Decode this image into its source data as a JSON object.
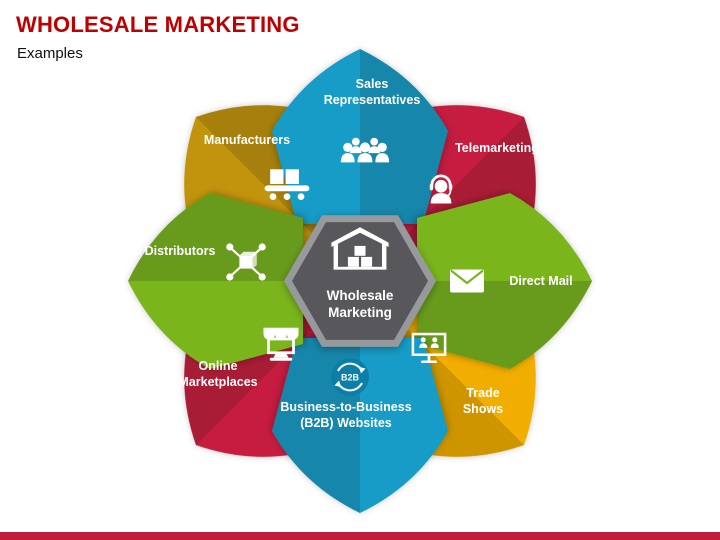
{
  "slide": {
    "title": "WHOLESALE MARKETING",
    "subtitle": "Examples",
    "title_color": "#C00000",
    "background": "#FFFFFF"
  },
  "footer": {
    "bar_color": "#C01C3C"
  },
  "diagram": {
    "center": {
      "label": "Wholesale Marketing",
      "icon": "warehouse-icon",
      "fill": "#58595B",
      "ring": "#97999C"
    },
    "petals": [
      {
        "position": "top",
        "label": "Sales Representatives",
        "icon": "people-group-icon",
        "color": "#189CC6"
      },
      {
        "position": "top-right",
        "label": "Telemarketing",
        "icon": "headset-agent-icon",
        "color": "#C51F3F"
      },
      {
        "position": "right",
        "label": "Direct Mail",
        "icon": "envelope-icon",
        "color": "#7AB51F"
      },
      {
        "position": "bottom-right",
        "label": "Trade Shows",
        "icon": "presentation-booth-icon",
        "color": "#F2AE00"
      },
      {
        "position": "bottom",
        "label": "Business-to-Business (B2B) Websites",
        "icon": "b2b-arrows-icon",
        "icon_text": "B2B",
        "icon_bg": "#0C7FA8",
        "color": "#189CC6"
      },
      {
        "position": "bottom-left",
        "label": "Online Marketplaces",
        "icon": "online-store-icon",
        "color": "#C51F3F"
      },
      {
        "position": "left",
        "label": "Distributors",
        "icon": "distribution-network-icon",
        "color": "#7AB51F"
      },
      {
        "position": "top-left",
        "label": "Manufacturers",
        "icon": "conveyor-boxes-icon",
        "color": "#C2940C"
      }
    ]
  }
}
